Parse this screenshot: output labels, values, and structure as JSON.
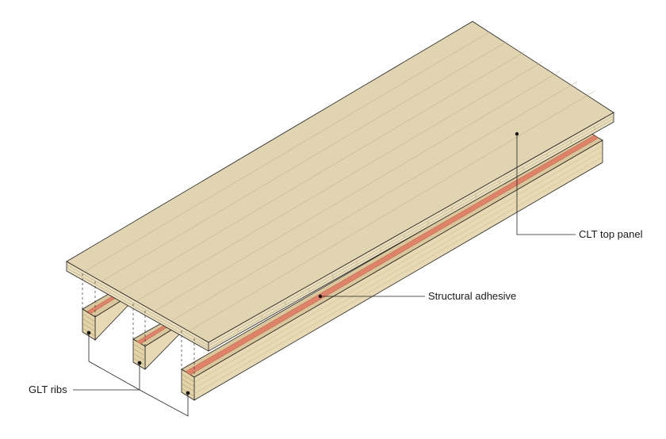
{
  "labels": {
    "top_panel": "CLT top panel",
    "adhesive": "Structural adhesive",
    "ribs": "GLT ribs"
  },
  "colors": {
    "panel_top": "#e1d4b0",
    "panel_side": "#e9dfbf",
    "panel_edge_dark": "#cdbb8c",
    "rib_top": "#d9c79c",
    "rib_side": "#e6d9b4",
    "rib_front": "#e3d3a8",
    "adhesive": "#e0826a",
    "stroke": "#222222",
    "grain": "#b9aa85"
  }
}
